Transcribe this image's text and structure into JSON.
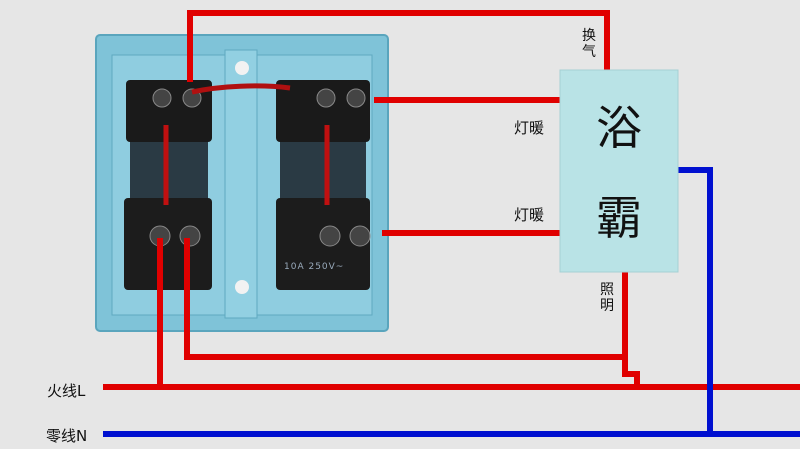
{
  "device": {
    "name_top": "浴",
    "name_bottom": "霸"
  },
  "wire_labels": {
    "ventilation": "换气",
    "heat_lamp_1": "灯暖",
    "heat_lamp_2": "灯暖",
    "lighting": "照明",
    "live": "火线L",
    "neutral": "零线N"
  },
  "switch_rating": "10A 250V~",
  "colors": {
    "live_wire": "#e00000",
    "neutral_wire": "#0010d0",
    "device_box": "#b9e3e6",
    "switch_plate": "#7fc3d8",
    "module": "#1a1a1a",
    "background": "#e6e6e6"
  }
}
